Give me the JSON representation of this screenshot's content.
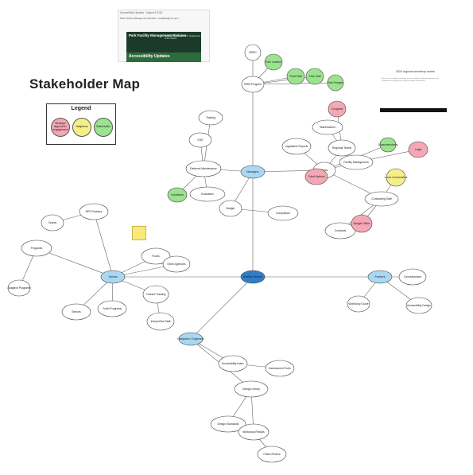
{
  "title": "Stakeholder Map",
  "legend": {
    "title": "Legend",
    "items": [
      {
        "label": "Strategic alignment / engagement",
        "color": "#f4a7b4"
      },
      {
        "label": "Neighbors",
        "color": "#f5ef8a"
      },
      {
        "label": "Stakeholder",
        "color": "#9be38f"
      }
    ]
  },
  "email": {
    "header": "Accessibility Updates · August 8 2024",
    "from": "Park Facility Management Division <updates@nps.gov>",
    "banner_title": "Park Facility Management Division",
    "banner_sub": "National Park Service U.S. Department of the Interior",
    "band_title": "Accessibility Updates"
  },
  "doc": {
    "title": "2024 regional workshop series",
    "body": "Each series includes workshops on accessibility, facility management, and stakeholder engagement for regional teams and partners."
  },
  "colors": {
    "blue": "#a9d8f2",
    "center": "#2f7fc8",
    "red": "#f4a7b4",
    "green": "#9be38f",
    "yellow": "#f5ef8a",
    "white": "#ffffff"
  },
  "nodes": [
    {
      "id": "center",
      "label": "Mobility Division",
      "color": "center"
    },
    {
      "id": "managers",
      "label": "Managers",
      "color": "blue"
    },
    {
      "id": "visitors",
      "label": "Visitors",
      "color": "blue"
    },
    {
      "id": "partners",
      "label": "Partners",
      "color": "blue"
    },
    {
      "id": "designers",
      "label": "Designers / Engineers",
      "color": "blue"
    },
    {
      "id": "pmis",
      "label": "PMIS Program",
      "color": "white"
    },
    {
      "id": "nrsc",
      "label": "NRSC",
      "color": "white"
    },
    {
      "id": "parks",
      "label": "Parks",
      "color": "white"
    },
    {
      "id": "deferred",
      "label": "Deferred Maintenance",
      "color": "white"
    },
    {
      "id": "budget",
      "label": "Budget",
      "color": "white"
    },
    {
      "id": "leg",
      "label": "Legislative Reports",
      "color": "white"
    },
    {
      "id": "teams",
      "label": "Regional Teams",
      "color": "white"
    },
    {
      "id": "stakeholders",
      "label": "Stakeholders",
      "color": "white"
    },
    {
      "id": "facmgmt",
      "label": "Facility Management",
      "color": "white"
    },
    {
      "id": "contracting",
      "label": "Contracting Staff",
      "color": "white"
    },
    {
      "id": "contracts",
      "label": "Contracts",
      "color": "white"
    },
    {
      "id": "esd",
      "label": "ESD",
      "color": "white"
    },
    {
      "id": "training",
      "label": "Training",
      "color": "white"
    },
    {
      "id": "evaluation",
      "label": "Evaluation",
      "color": "white"
    },
    {
      "id": "compliance",
      "label": "Compliance",
      "color": "white"
    },
    {
      "id": "funds",
      "label": "Funds",
      "color": "white"
    },
    {
      "id": "other",
      "label": "Other Agencies",
      "color": "white"
    },
    {
      "id": "nps",
      "label": "NPS Partners",
      "color": "white"
    },
    {
      "id": "grants",
      "label": "Grants",
      "color": "white"
    },
    {
      "id": "programs",
      "label": "Programs",
      "color": "white"
    },
    {
      "id": "seniors",
      "label": "Seniors",
      "color": "white"
    },
    {
      "id": "youth",
      "label": "Youth Programs",
      "color": "white"
    },
    {
      "id": "adaptive",
      "label": "Adaptive Programs",
      "color": "white"
    },
    {
      "id": "culture",
      "label": "Cultural Training",
      "color": "white"
    },
    {
      "id": "interp",
      "label": "Interpretive Staff",
      "color": "white"
    },
    {
      "id": "concess",
      "label": "Concessioners",
      "color": "white"
    },
    {
      "id": "ad",
      "label": "Accessibility Design",
      "color": "white"
    },
    {
      "id": "wsg",
      "label": "Workshop Guide",
      "color": "white"
    },
    {
      "id": "assess",
      "label": "Assessment Tools",
      "color": "white"
    },
    {
      "id": "ai",
      "label": "Accessibility Index",
      "color": "white"
    },
    {
      "id": "dl",
      "label": "Design Library",
      "color": "white"
    },
    {
      "id": "ds",
      "label": "Design Standards",
      "color": "white"
    },
    {
      "id": "wr",
      "label": "Workshop Results",
      "color": "white"
    },
    {
      "id": "pr",
      "label": "Public Review",
      "color": "white"
    },
    {
      "id": "g1",
      "label": "Park Leaders",
      "color": "green"
    },
    {
      "id": "g2",
      "label": "Field Staff",
      "color": "green"
    },
    {
      "id": "g3",
      "label": "Park Staff",
      "color": "green"
    },
    {
      "id": "g4",
      "label": "Park Rangers",
      "color": "green"
    },
    {
      "id": "g5",
      "label": "Superintendents",
      "color": "green"
    },
    {
      "id": "g6",
      "label": "Volunteers",
      "color": "green"
    },
    {
      "id": "r1",
      "label": "Budget Office",
      "color": "red"
    },
    {
      "id": "r2",
      "label": "Legal",
      "color": "red"
    },
    {
      "id": "r3",
      "label": "Tribal Nations",
      "color": "red"
    },
    {
      "id": "r4",
      "label": "Congress",
      "color": "red"
    },
    {
      "id": "y1",
      "label": "Local Communities",
      "color": "yellow"
    }
  ]
}
